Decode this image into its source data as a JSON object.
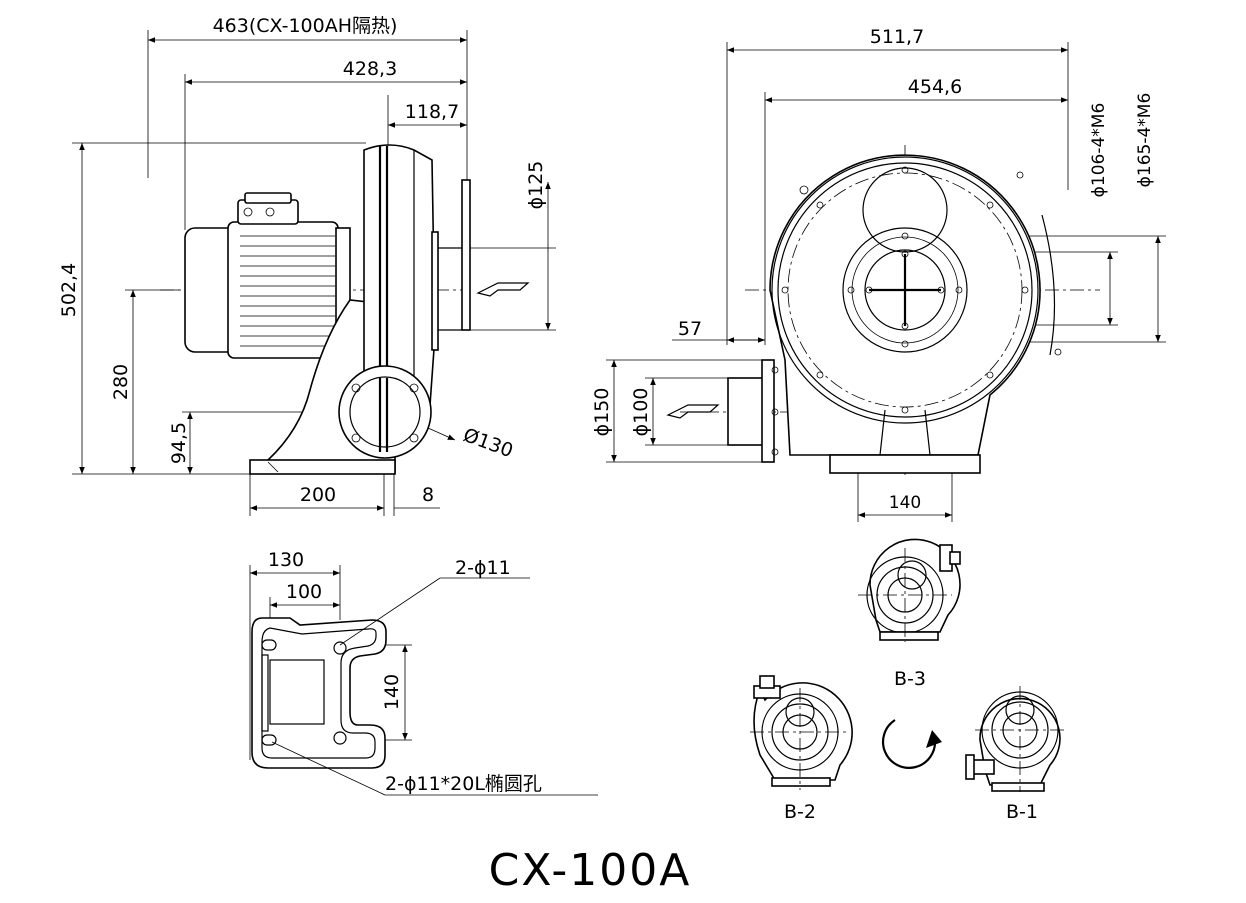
{
  "title": "CX-100A",
  "side_view": {
    "dim_overall_insulated": "463(CX-100AH隔热)",
    "dim_overall": "428,3",
    "dim_flange": "118,7",
    "dim_height": "502,4",
    "dim_axis_height": "280",
    "dim_outlet_height": "94,5",
    "dim_base_depth": "200",
    "dim_offset": "8",
    "dim_outlet_dia": "Ø130",
    "dim_inlet_dia": "ϕ125"
  },
  "front_view": {
    "dim_overall_width": "511,7",
    "dim_housing_width": "454,6",
    "dim_inlet_bolt_106": "ϕ106-4*M6",
    "dim_inlet_bolt_165": "ϕ165-4*M6",
    "dim_outlet_length": "57",
    "dim_outlet_outer": "ϕ150",
    "dim_outlet_inner": "ϕ100",
    "dim_base_width": "140"
  },
  "base_plan": {
    "dim_outer_width": "130",
    "dim_inner_width": "100",
    "dim_hole_spacing": "140",
    "note_round_holes": "2-ϕ11",
    "note_slot_holes": "2-ϕ11*20L椭圆孔"
  },
  "orientations": {
    "b3_label": "B-3",
    "b2_label": "B-2",
    "b1_label": "B-1"
  }
}
